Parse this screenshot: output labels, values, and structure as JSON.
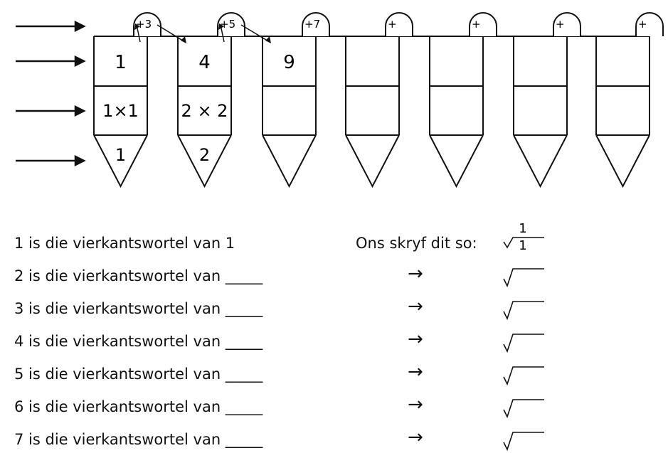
{
  "diagram": {
    "cells": [
      {
        "top": "1",
        "mid": "1×1",
        "tip": "1",
        "op": "+3"
      },
      {
        "top": "4",
        "mid": "2 × 2",
        "tip": "2",
        "op": "+5"
      },
      {
        "top": "9",
        "mid": "",
        "tip": "",
        "op": "+7"
      },
      {
        "top": "",
        "mid": "",
        "tip": "",
        "op": "+"
      },
      {
        "top": "",
        "mid": "",
        "tip": "",
        "op": "+"
      },
      {
        "top": "",
        "mid": "",
        "tip": "",
        "op": "+"
      },
      {
        "top": "",
        "mid": "",
        "tip": "",
        "op": "+"
      }
    ]
  },
  "statements": [
    "1 is die vierkantswortel van 1",
    "2 is die vierkantswortel van _____",
    "3 is die vierkantswortel van _____",
    "4 is die vierkantswortel van _____",
    "5 is die vierkantswortel van _____",
    "6 is die vierkantswortel van _____",
    "7 is die vierkantswortel van _____"
  ],
  "note": "Ons skryf dit so:",
  "example_root": "1",
  "arrow_symbol": "→"
}
